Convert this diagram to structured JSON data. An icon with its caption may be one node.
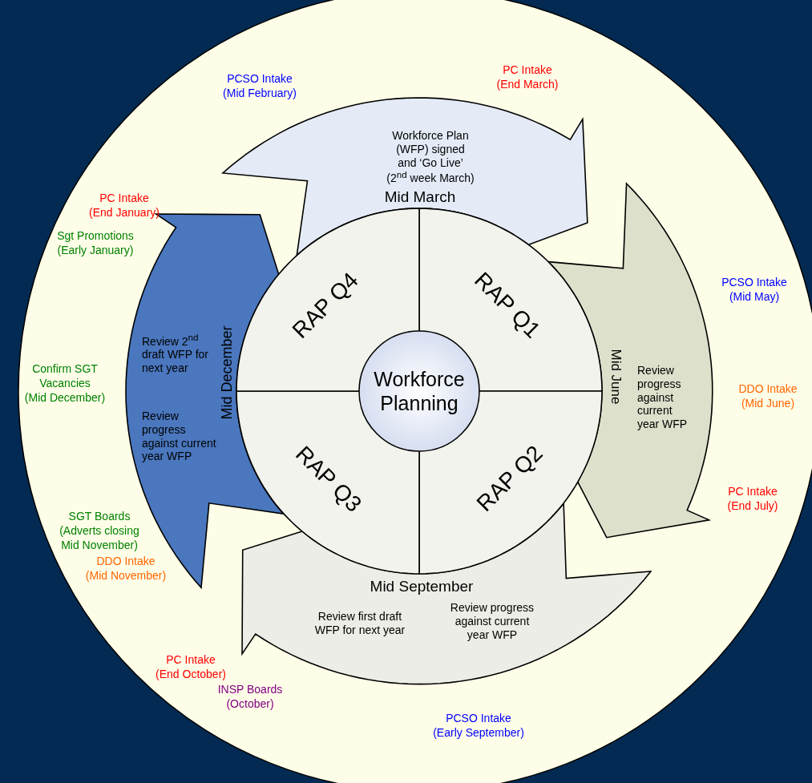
{
  "diagram": {
    "nodes": [
      {
        "text": [
          "Workforce Plan (WFP) signed and ‘Go Live’ (2$^{nd}$ week March)",
          "Mid March"
        ]
      },
      {
        "text": [
          "Mid June",
          "Review progress against current year WFP"
        ]
      },
      {
        "text": [
          "Mid September",
          "Review first draft WFP for next year",
          "Review progress against current year WFP"
        ]
      },
      {
        "text": [
          "Mid December",
          "Review 2$^{nd}$ draft WFP for next year",
          "Review progress against current year WFP"
        ]
      },
      {
        "text": [
          "RAP Q1"
        ]
      },
      {
        "text": [
          "RAP Q2"
        ]
      },
      {
        "text": [
          "RAP Q3"
        ]
      },
      {
        "text": [
          "RAP Q4"
        ]
      },
      {
        "text": [
          "Workforce Planning"
        ]
      }
    ],
    "labels": [
      "PC Intake (End March)",
      "PCSO Intake (Mid February)",
      "PC Intake (End January)",
      "Sgt Promotions (Early January)",
      "PCSO Intake (Mid May)",
      "Confirm SGT Vacancies (Mid December)",
      "DDO Intake (Mid June)",
      "PC Intake (End July)",
      "SGT Boards (Adverts closing Mid November)",
      "DDO Intake (Mid November)",
      "PC Intake (End October)",
      "INSP Boards (October)",
      "PCSO Intake (Early September)"
    ]
  }
}
